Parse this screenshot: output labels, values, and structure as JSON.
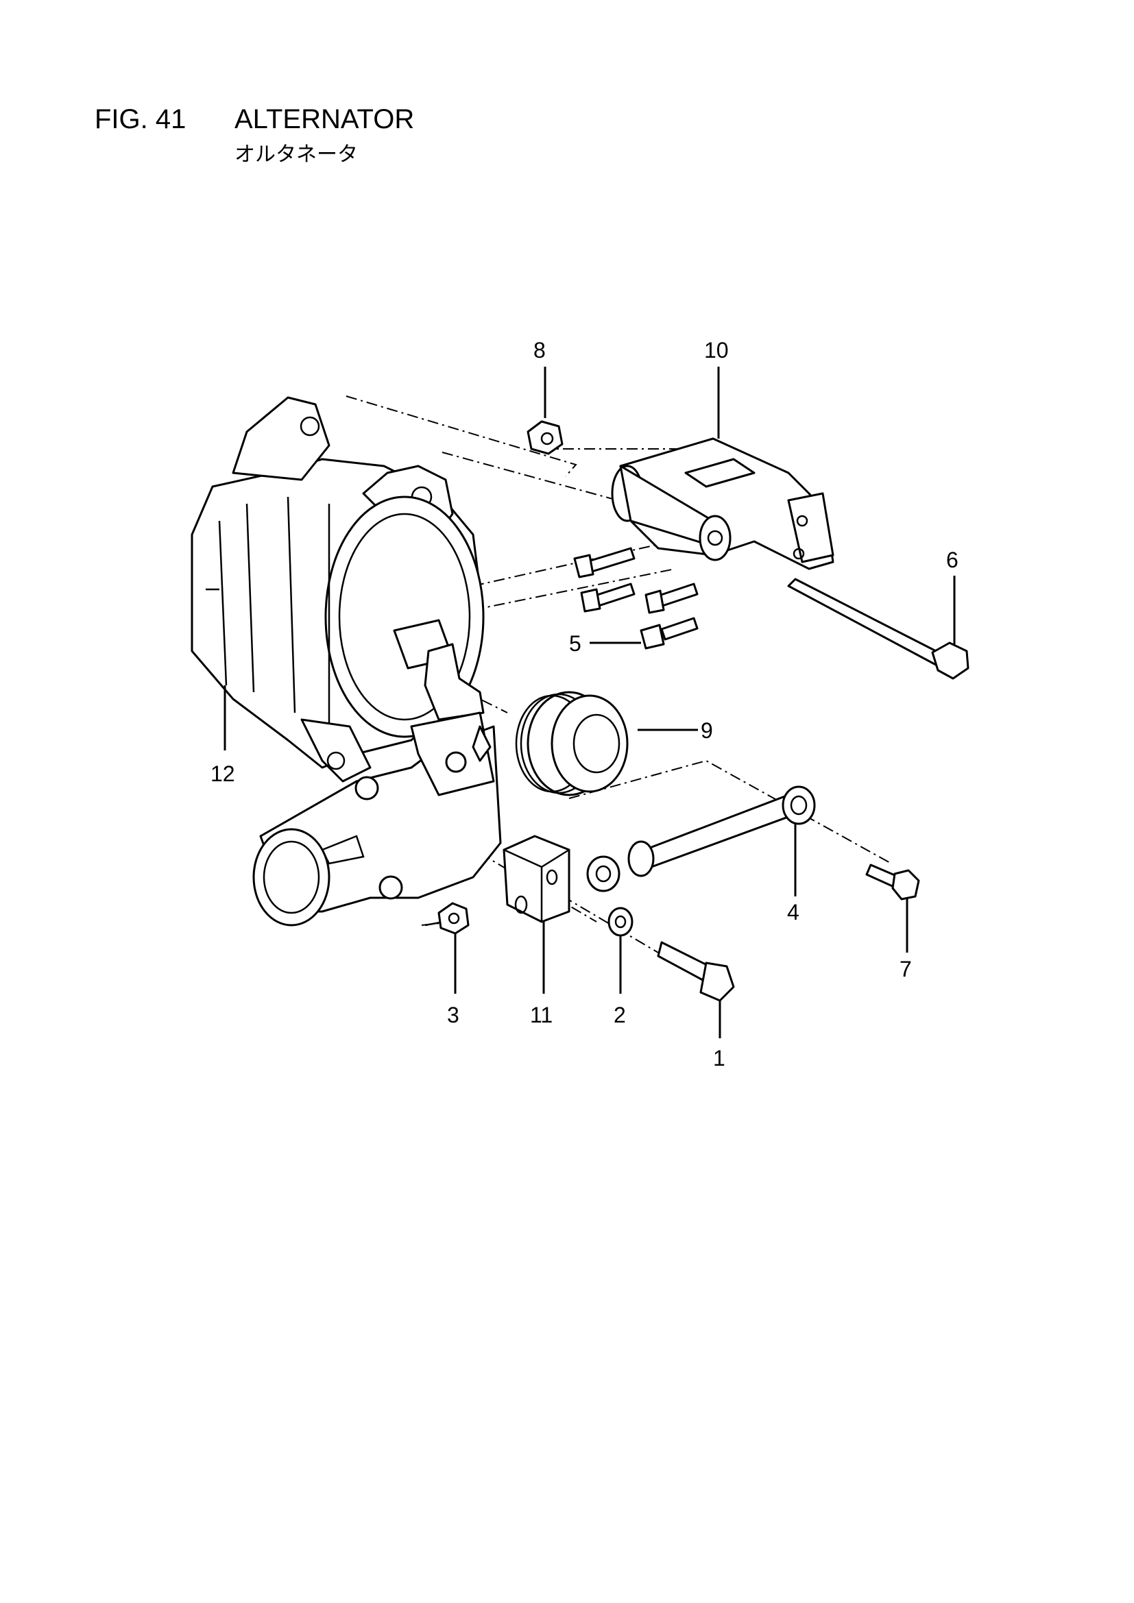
{
  "figure": {
    "number": "FIG. 41",
    "title": "ALTERNATOR",
    "subtitle": "オルタネータ"
  },
  "callouts": [
    "1",
    "2",
    "3",
    "4",
    "5",
    "6",
    "7",
    "8",
    "9",
    "10",
    "11",
    "12"
  ]
}
